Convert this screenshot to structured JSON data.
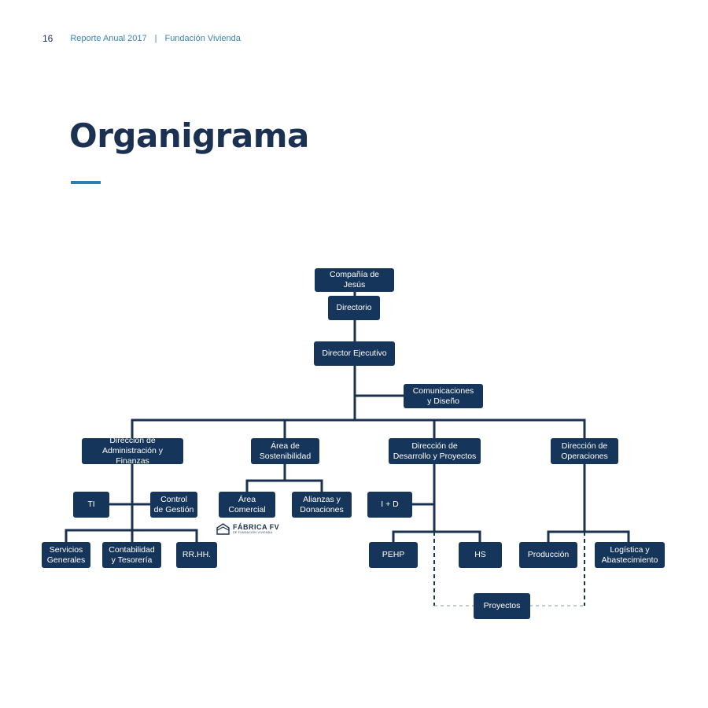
{
  "header": {
    "page_number": "16",
    "report": "Reporte Anual 2017",
    "separator": "|",
    "foundation": "Fundación Vivienda"
  },
  "title": "Organigrama",
  "nodes": {
    "compania": "Compañía de Jesús",
    "directorio": "Directorio",
    "director_ejecutivo": "Director Ejecutivo",
    "comunicaciones": "Comunicaciones\ny Diseño",
    "dir_admin": "Dirección de\nAdministración y Finanzas",
    "sostenibilidad": "Área de\nSostenibilidad",
    "dir_desarrollo": "Dirección de\nDesarrollo y Proyectos",
    "dir_operaciones": "Dirección de\nOperaciones",
    "ti": "TI",
    "control": "Control\nde Gestión",
    "area_comercial": "Área\nComercial",
    "alianzas": "Alianzas y\nDonaciones",
    "i_d": "I + D",
    "servicios": "Servicios\nGenerales",
    "contabilidad": "Contabilidad\ny Tesorería",
    "rrhh": "RR.HH.",
    "pehp": "PEHP",
    "hs": "HS",
    "produccion": "Producción",
    "logistica": "Logística y\nAbastecimiento",
    "proyectos": "Proyectos"
  },
  "logo": {
    "name": "FÁBRICA FV",
    "subtitle": "DE FUNDACIÓN VIVIENDA"
  },
  "colors": {
    "node_fill": "#16355a",
    "line": "#1b3152",
    "accent": "#2b7fb4"
  }
}
